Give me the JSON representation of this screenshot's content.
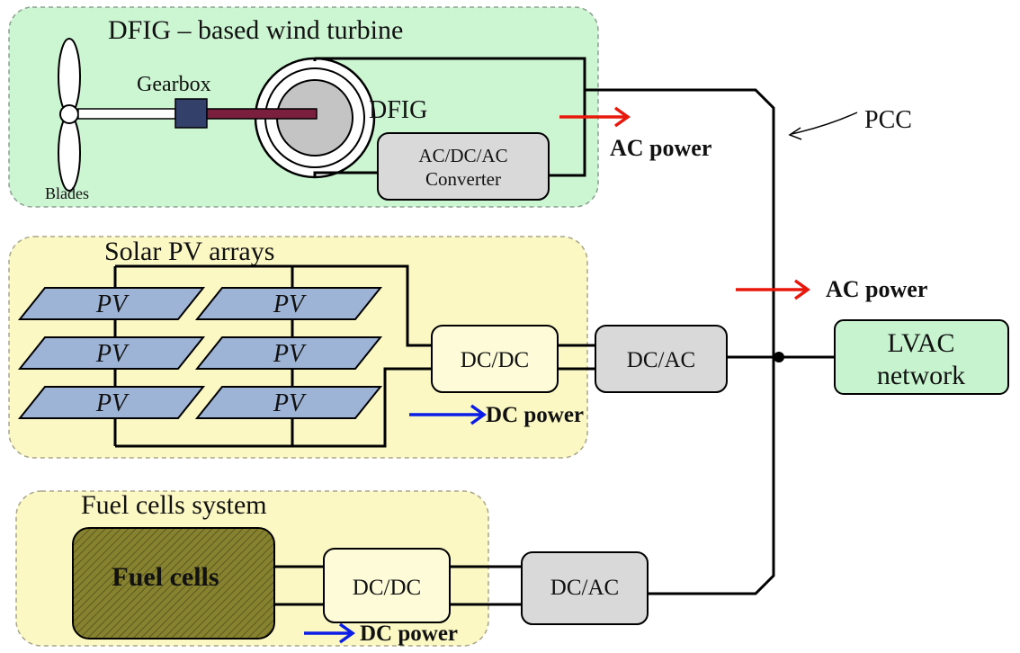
{
  "wind": {
    "title": "DFIG – based wind turbine",
    "gearbox": "Gearbox",
    "blades": "Blades",
    "dfig": "DFIG",
    "converter_line1": "AC/DC/AC",
    "converter_line2": "Converter",
    "power": "AC power"
  },
  "pcc": "PCC",
  "solar": {
    "title": "Solar PV arrays",
    "panel": "PV",
    "dcdc": "DC/DC",
    "dcac": "DC/AC",
    "ac_power": "AC power",
    "dc_power": "DC power"
  },
  "grid": {
    "line1": "LVAC",
    "line2": "network"
  },
  "fuel": {
    "title": "Fuel cells system",
    "cells": "Fuel cells",
    "dcdc": "DC/DC",
    "dcac": "DC/AC",
    "dc_power": "DC power"
  },
  "colors": {
    "wind_bg": "#ccf5d2",
    "solar_bg": "#fbf8c3",
    "fuel_bg": "#fbf8c3",
    "ac_arrow": "#e8180c",
    "dc_arrow": "#0b1ee8",
    "pv_panel": "#9db4d6",
    "fuel_cell": "#7d7a2c",
    "lvac_box": "#c7f4cf",
    "converter_box": "#d9d9d9",
    "shaft": "#7a1f3e",
    "gearbox": "#33406a"
  }
}
